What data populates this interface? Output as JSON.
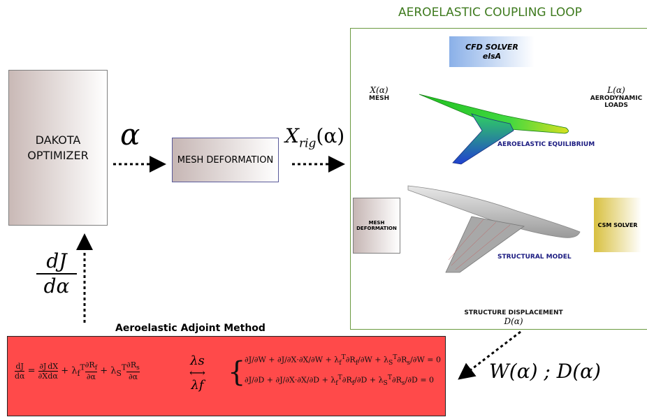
{
  "optimizer": {
    "line1": "DAKOTA",
    "line2": "OPTIMIZER"
  },
  "alpha_label": "α",
  "mesh_deformation": {
    "label": "MESH DEFORMATION"
  },
  "xrig_label": {
    "base": "X",
    "sub": "rig",
    "arg": "(α)"
  },
  "gradient_label": {
    "num": "dJ",
    "den": "dα"
  },
  "loop": {
    "title": "AEROELASTIC COUPLING LOOP",
    "cfd": {
      "line1": "CFD SOLVER",
      "line2": "elsA"
    },
    "mesh_label": {
      "math": "X(α)",
      "text": "MESH"
    },
    "loads_label": {
      "math": "L(α)",
      "line1": "AERODYNAMIC",
      "line2": "LOADS"
    },
    "equilibrium": "AEROELASTIC EQUILIBRIUM",
    "structural_model": "STRUCTURAL MODEL",
    "csm": "CSM SOLVER",
    "mesh_box": {
      "line1": "MESH",
      "line2": "DEFORMATION"
    },
    "displacement": {
      "text": "STRUCTURE DISPLACEMENT",
      "math": "D(α)"
    }
  },
  "adjoint": {
    "title": "Aeroelastic Adjoint Method",
    "lambda_s": "λs",
    "lambda_f": "λf",
    "rhs_eq": "= 0"
  },
  "w_d_label": "W(α) ; D(α)",
  "colors": {
    "loop_title": "#3e7a1e",
    "panel_border": "#6a9a40",
    "adjoint_bg": "#ff4a4a",
    "label_blue": "#1a1a80"
  }
}
